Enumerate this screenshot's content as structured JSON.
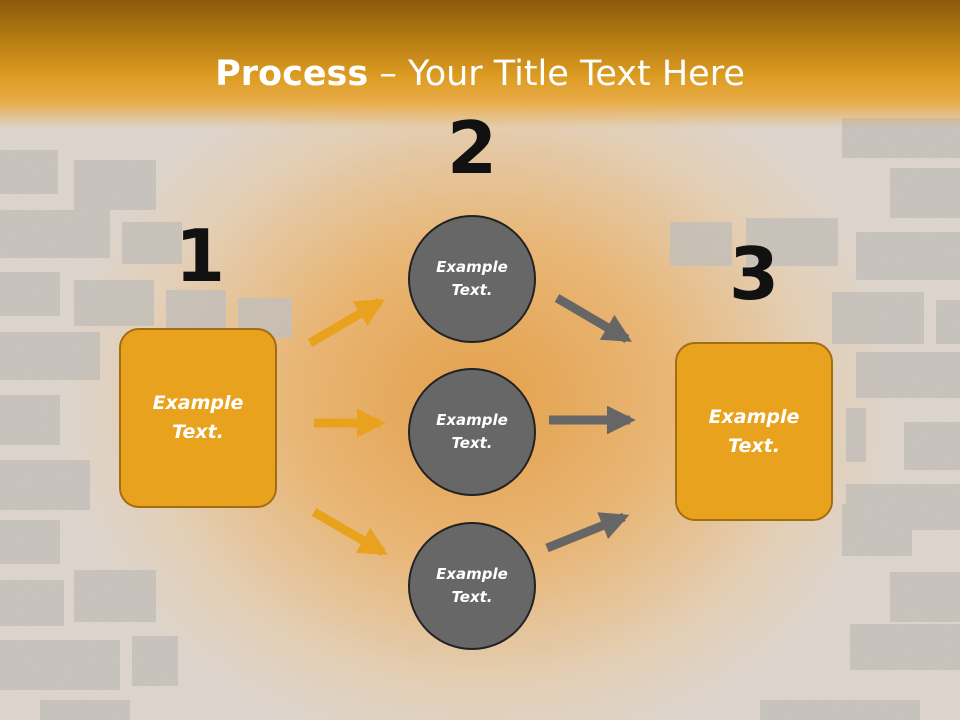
{
  "title": {
    "bold": "Process",
    "rest": " – Your Title Text Here"
  },
  "steps": [
    {
      "number": "1",
      "box_text": "Example Text."
    },
    {
      "number": "2",
      "circles": [
        "Example Text.",
        "Example Text.",
        "Example Text."
      ]
    },
    {
      "number": "3",
      "box_text": "Example Text."
    }
  ],
  "colors": {
    "accent": "#e8a21d",
    "circle": "#676767",
    "arrow_orange": "#e8a21d",
    "arrow_gray": "#666666"
  }
}
